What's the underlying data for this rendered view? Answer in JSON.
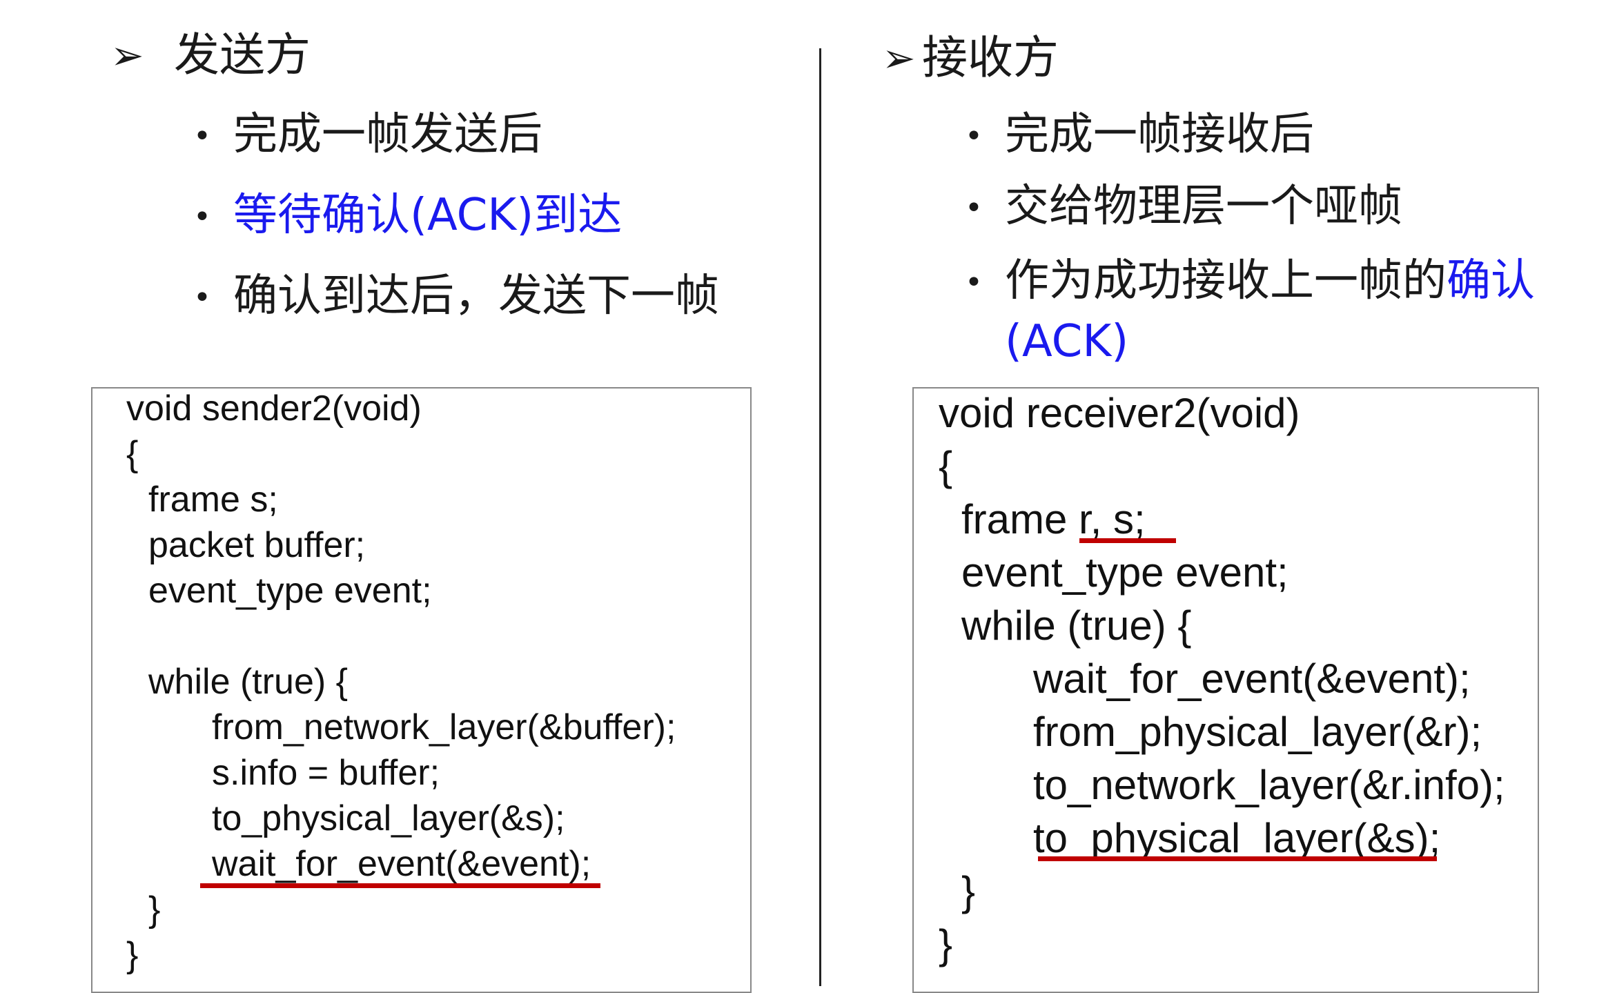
{
  "sender": {
    "heading": "发送方",
    "bullets": [
      {
        "text": "完成一帧发送后"
      },
      {
        "text": "等待确认(ACK)到达"
      },
      {
        "text": "确认到达后，发送下一帧"
      }
    ],
    "code": [
      "void sender2(void)",
      "{",
      "frame s;",
      "packet buffer;",
      "event_type event;",
      "while (true) {",
      "from_network_layer(&buffer);",
      "s.info = buffer;",
      "to_physical_layer(&s);",
      "wait_for_event(&event);",
      "}",
      "}"
    ]
  },
  "receiver": {
    "heading": "接收方",
    "bullets": [
      {
        "text": "完成一帧接收后"
      },
      {
        "text": "交给物理层一个哑帧"
      },
      {
        "text_a": "作为成功接收上一帧的",
        "text_b": "确认",
        "text_c": "(ACK)"
      }
    ],
    "code": [
      "void receiver2(void)",
      "{",
      "frame r, s;",
      "event_type event;",
      "while (true) {",
      "wait_for_event(&event);",
      "from_physical_layer(&r);",
      "to_network_layer(&r.info);",
      "to_physical_layer(&s);",
      "}",
      "}"
    ]
  },
  "colors": {
    "accent_blue": "#1a1aee",
    "underline_red": "#c00000"
  },
  "icons": {
    "heading_marker": "arrowhead-icon",
    "bullet": "bullet-dot-icon"
  }
}
